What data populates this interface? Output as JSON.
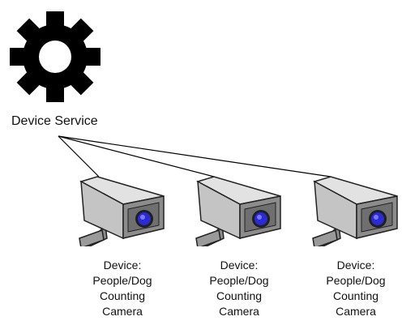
{
  "service": {
    "label": "Device Service",
    "icon": "gear-icon",
    "icon_color": "#000000"
  },
  "cameras": [
    {
      "icon": "security-camera-icon",
      "label_lines": [
        "Device:",
        "People/Dog",
        "Counting",
        "Camera"
      ]
    },
    {
      "icon": "security-camera-icon",
      "label_lines": [
        "Device:",
        "People/Dog",
        "Counting",
        "Camera"
      ]
    },
    {
      "icon": "security-camera-icon",
      "label_lines": [
        "Device:",
        "People/Dog",
        "Counting",
        "Camera"
      ]
    }
  ],
  "colors": {
    "camera_body": "#c4c4c4",
    "camera_side": "#8c8c8c",
    "lens": "#2a2ad6",
    "line": "#000000"
  }
}
